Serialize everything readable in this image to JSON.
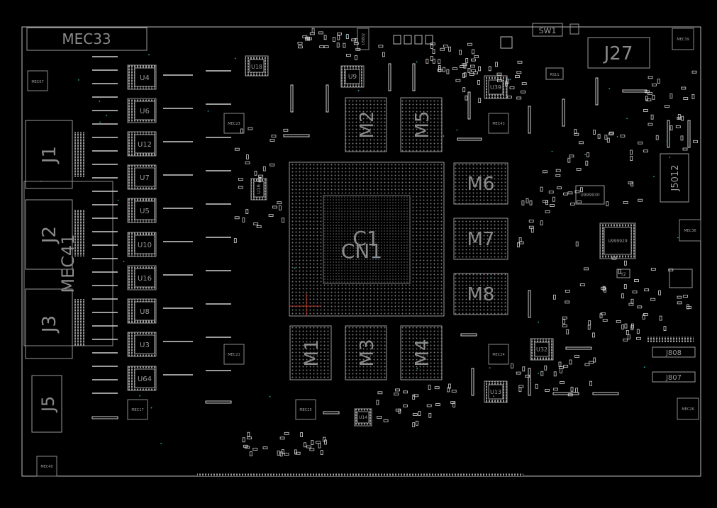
{
  "labels": {
    "mec33": "MEC33",
    "j27": "J27",
    "sw1": "SW1",
    "j1": "J1",
    "j2": "J2",
    "j3": "J3",
    "j5": "J5",
    "mec41": "MEC41",
    "m1": "M1",
    "m2": "M2",
    "m3": "M3",
    "m4": "M4",
    "m5": "M5",
    "m6": "M6",
    "m7": "M7",
    "m8": "M8",
    "c1": "C1",
    "cn1": "CN1",
    "j5012": "J5012",
    "j808": "J808",
    "j807": "J807",
    "u4": "U4",
    "u6": "U6",
    "u12": "U12",
    "u7": "U7",
    "u5": "U5",
    "u10": "U10",
    "u16b": "U16",
    "u8": "U8",
    "u3": "U3",
    "u64": "U64",
    "u18": "U18",
    "u9": "U9",
    "u39": "U39",
    "u16": "U16",
    "u32": "U32",
    "u13": "U13",
    "u14": "U14",
    "u999930": "U999930",
    "u999929": "U999929",
    "y2": "Y2",
    "rs11": "RS11",
    "u5802": "U5802",
    "mec07": "MEC07",
    "mec23": "MEC23",
    "mec21": "MEC21",
    "mec17": "MEC17",
    "mec40": "MEC40",
    "mec25": "MEC25",
    "mec24": "MEC24",
    "mec43": "MEC43",
    "mec36": "MEC36",
    "mec26": "MEC26",
    "mec39": "MEC39"
  },
  "colors": {
    "background": "#000000",
    "outline": "#bdbdbd",
    "label": "#8a8a8a",
    "pad": "#d8d8d8",
    "accent_cyan": "#2fa7b5",
    "accent_red": "#c0392b"
  }
}
